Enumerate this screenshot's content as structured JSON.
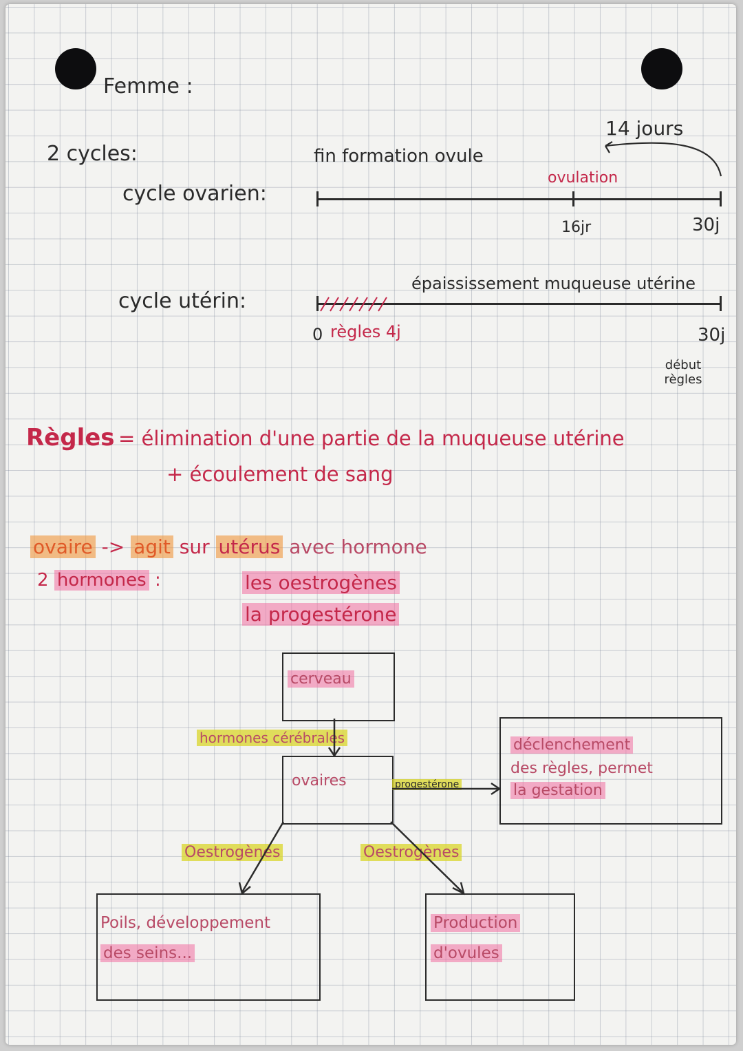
{
  "title": "Femme :",
  "cycles_intro": "2 cycles:",
  "ovarian_cycle": {
    "label": "cycle ovarien:",
    "annotation_top": "fin formation ovule",
    "ovulation": "ovulation",
    "days_before_end": "14 jours",
    "tick_mid": "16jr",
    "tick_end": "30j"
  },
  "uterine_cycle": {
    "label": "cycle utérin:",
    "annotation_top": "épaississement muqueuse utérine",
    "start": "0",
    "regles": "règles 4j",
    "tick_end": "30j",
    "end_note": "début règles"
  },
  "definition": {
    "term": "Règles",
    "line1": "= élimination d'une partie de la muqueuse utérine",
    "line2": "+ écoulement de sang"
  },
  "hormones": {
    "ovaire": "ovaire",
    "arrow": "->",
    "agit": "agit",
    "sur": "sur",
    "uterus": "utérus",
    "avec": "avec hormone",
    "count": "2",
    "hormones_word": "hormones",
    "colon": ":",
    "h1": "les oestrogènes",
    "h2": "la progestérone"
  },
  "diagram": {
    "cerveau": "cerveau",
    "hormones_cerebrales": "hormones cérébrales",
    "ovaires": "ovaires",
    "progesterone": "progestérone",
    "effect_right_1": "déclenchement",
    "effect_right_2": "des règles, permet",
    "effect_right_3": "la gestation",
    "oestrogenes_left": "Oestrogènes",
    "oestrogenes_right": "Oestrogènes",
    "effect_left_1": "Poils, développement",
    "effect_left_2": "des seins...",
    "effect_br_1": "Production",
    "effect_br_2": "d'ovules"
  }
}
